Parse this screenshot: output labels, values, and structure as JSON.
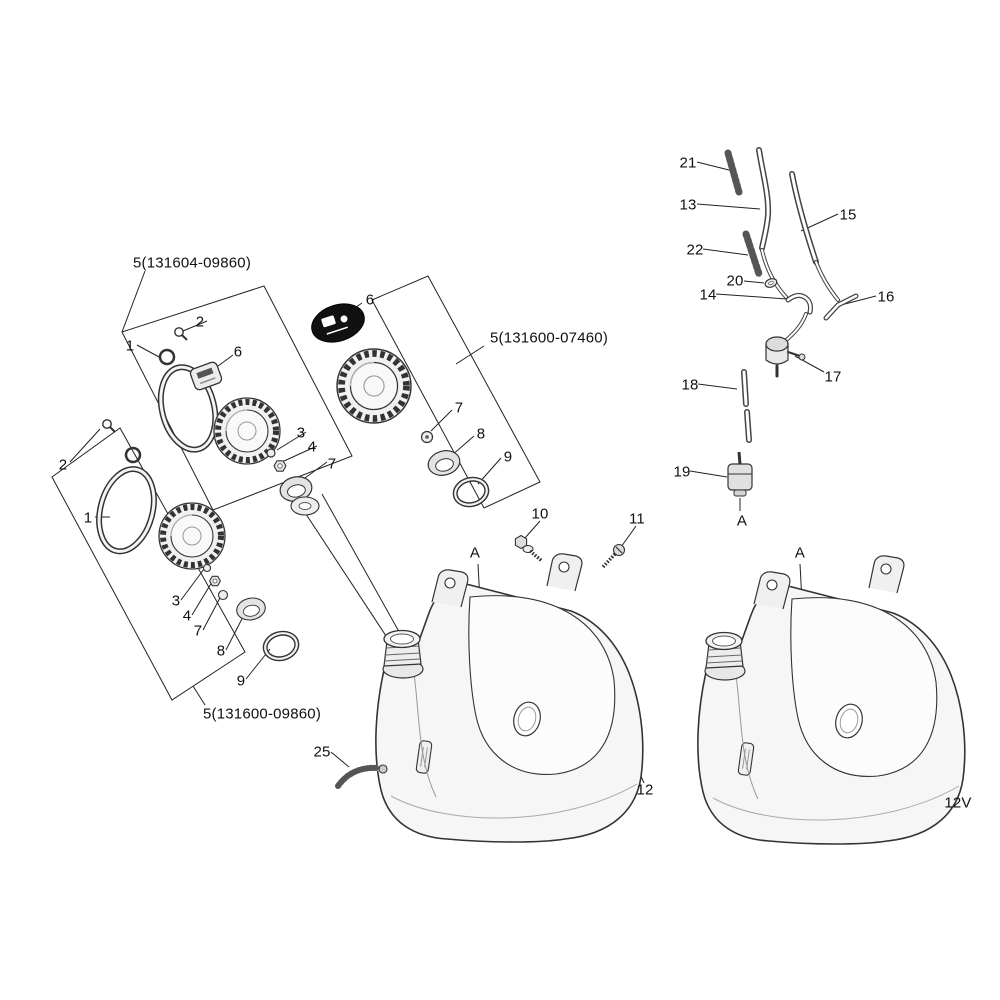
{
  "colors": {
    "ink": "#1a1a1a",
    "paper": "#ffffff",
    "cap_black": "#111111"
  },
  "callouts": [
    {
      "text": "21"
    },
    {
      "text": "13"
    },
    {
      "text": "15"
    },
    {
      "text": "22"
    },
    {
      "text": "20"
    },
    {
      "text": "14"
    },
    {
      "text": "16"
    },
    {
      "text": "17"
    },
    {
      "text": "18"
    },
    {
      "text": "19"
    },
    {
      "text": "A"
    },
    {
      "text": "5(131604-09860)"
    },
    {
      "text": "2"
    },
    {
      "text": "1"
    },
    {
      "text": "6"
    },
    {
      "text": "6"
    },
    {
      "text": "5(131600-07460)"
    },
    {
      "text": "3"
    },
    {
      "text": "4"
    },
    {
      "text": "7"
    },
    {
      "text": "7"
    },
    {
      "text": "8"
    },
    {
      "text": "9"
    },
    {
      "text": "2"
    },
    {
      "text": "1"
    },
    {
      "text": "3"
    },
    {
      "text": "4"
    },
    {
      "text": "7"
    },
    {
      "text": "8"
    },
    {
      "text": "9"
    },
    {
      "text": "5(131600-09860)"
    },
    {
      "text": "25"
    },
    {
      "text": "10"
    },
    {
      "text": "11"
    },
    {
      "text": "A"
    },
    {
      "text": "12"
    },
    {
      "text": "A"
    },
    {
      "text": "12V"
    }
  ]
}
